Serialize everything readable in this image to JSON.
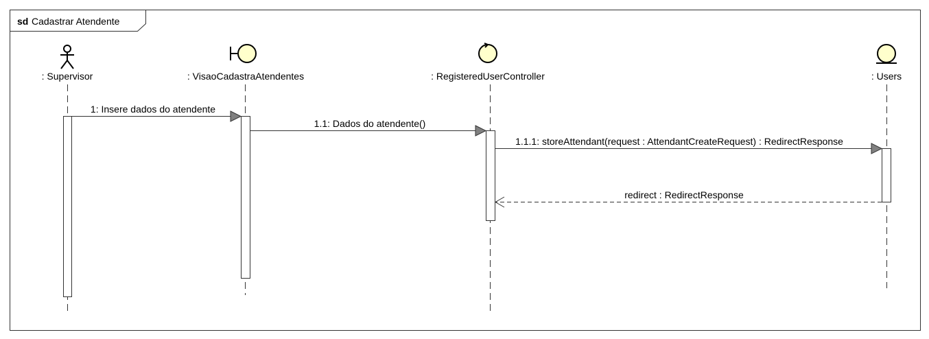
{
  "frame": {
    "keyword": "sd",
    "title": "Cadastrar Atendente"
  },
  "lifelines": [
    {
      "id": "supervisor",
      "label": ": Supervisor",
      "stereotype": "actor"
    },
    {
      "id": "visao",
      "label": ": VisaoCadastraAtendentes",
      "stereotype": "boundary"
    },
    {
      "id": "controller",
      "label": ": RegisteredUserController",
      "stereotype": "control"
    },
    {
      "id": "users",
      "label": ": Users",
      "stereotype": "entity"
    }
  ],
  "messages": [
    {
      "label": "1: Insere dados do atendente",
      "from": "supervisor",
      "to": "visao",
      "kind": "sync"
    },
    {
      "label": "1.1: Dados do atendente()",
      "from": "visao",
      "to": "controller",
      "kind": "sync"
    },
    {
      "label": "1.1.1: storeAttendant(request : AttendantCreateRequest) : RedirectResponse",
      "from": "controller",
      "to": "users",
      "kind": "sync"
    },
    {
      "label": "redirect : RedirectResponse",
      "from": "users",
      "to": "controller",
      "kind": "return"
    }
  ]
}
